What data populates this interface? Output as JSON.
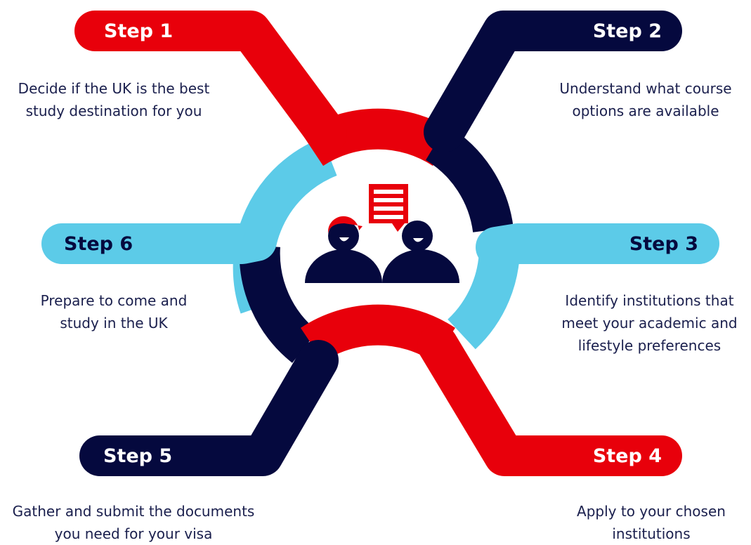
{
  "colors": {
    "red": "#e8000b",
    "navy": "#05093e",
    "light_blue": "#5ccbe8",
    "text": "#1a1f4d",
    "white": "#ffffff"
  },
  "steps": [
    {
      "label": "Step 1",
      "color": "red",
      "description": [
        "Decide if the UK is the best",
        "study destination for you"
      ]
    },
    {
      "label": "Step 2",
      "color": "navy",
      "description": [
        "Understand what course",
        "options are available"
      ]
    },
    {
      "label": "Step 3",
      "color": "light_blue",
      "description": [
        "Identify institutions that",
        "meet your academic and",
        "lifestyle preferences"
      ]
    },
    {
      "label": "Step 4",
      "color": "red",
      "description": [
        "Apply to your chosen",
        "institutions"
      ]
    },
    {
      "label": "Step 5",
      "color": "navy",
      "description": [
        "Gather and submit the documents",
        "you need for your visa"
      ]
    },
    {
      "label": "Step 6",
      "color": "light_blue",
      "description": [
        "Prepare to come and",
        "study in the UK"
      ]
    }
  ],
  "center_icon": "two-people-chatting-icon"
}
